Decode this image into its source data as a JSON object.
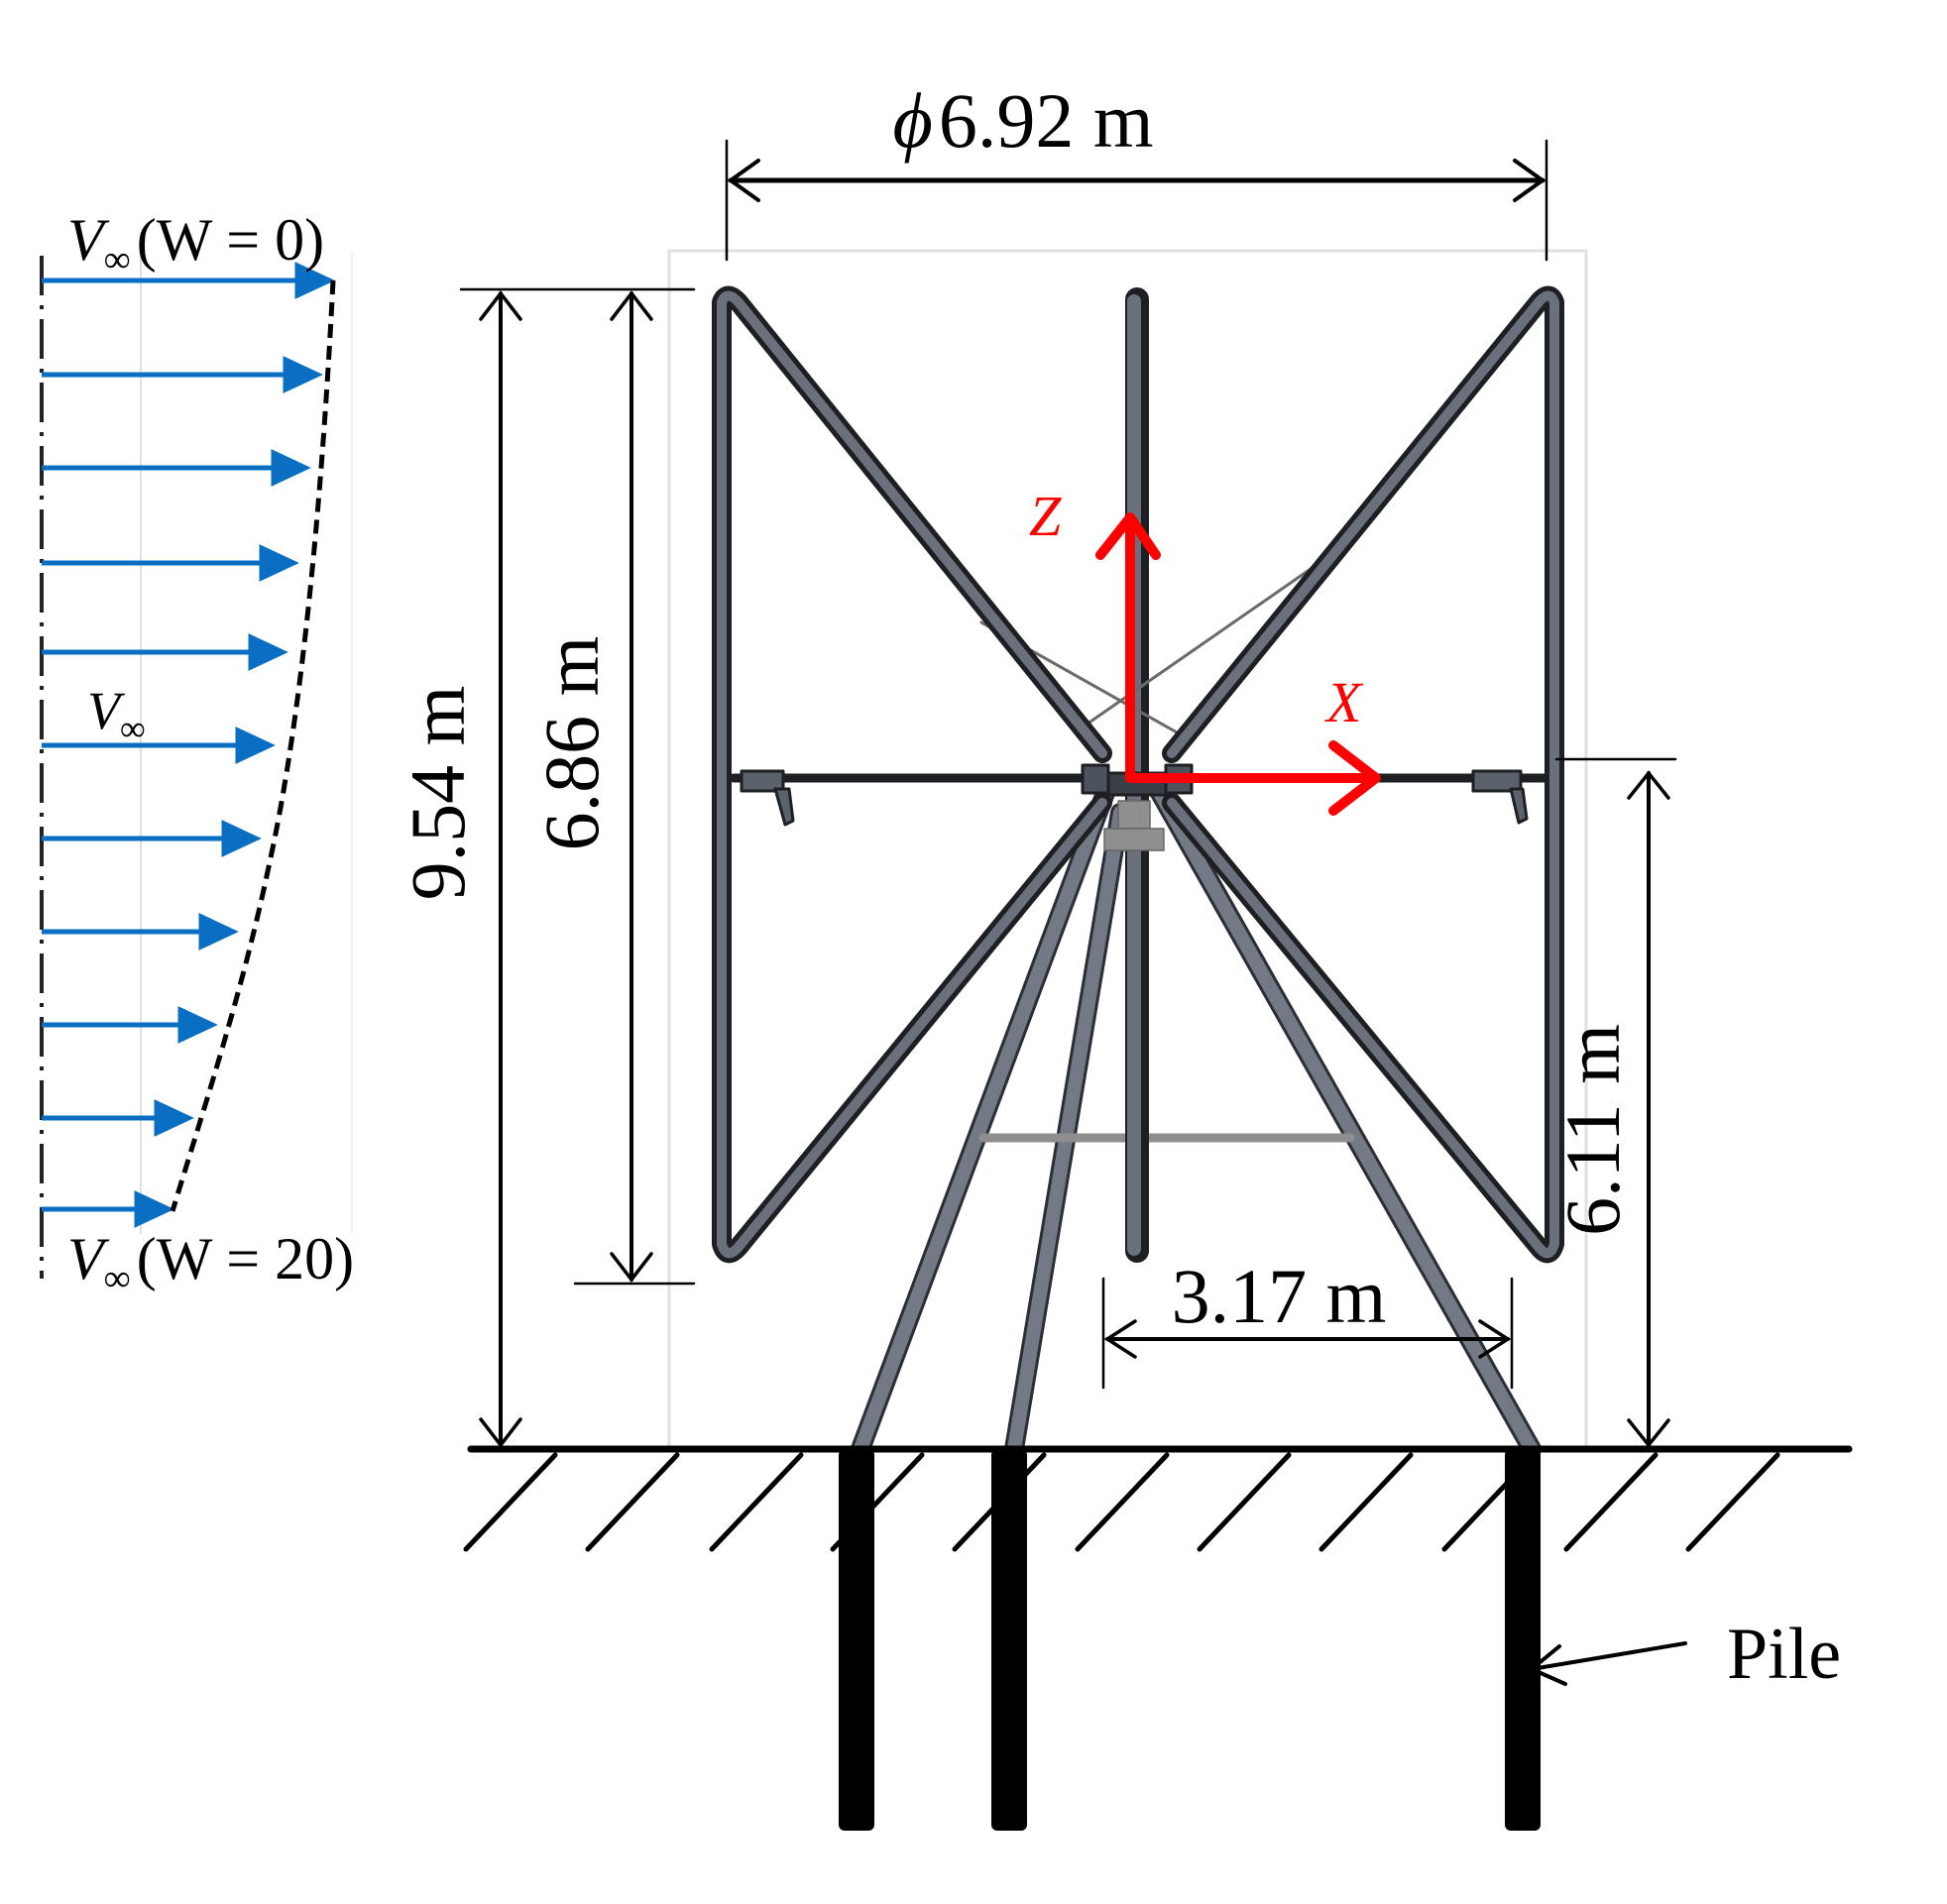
{
  "colors": {
    "wind_arrow": "#0a6fc2",
    "axis_red": "#ff0000",
    "structure_gray": "#6b717c",
    "structure_dark": "#2b2e33",
    "crossbar_gray": "#8e8e8e",
    "hub_block_gray": "#8f8f8f",
    "frame_light": "#e0e0e0",
    "ink": "#000000"
  },
  "wind_profile": {
    "top_label": {
      "symbol": "V",
      "subscript": "∞",
      "condition": "(W = 0)"
    },
    "mid_label": {
      "symbol": "V",
      "subscript": "∞"
    },
    "bottom_label": {
      "symbol": "V",
      "subscript": "∞",
      "condition": "(W = 20)"
    },
    "arrow_count": 11,
    "arrow_tip_x": [
      332,
      320,
      308,
      296,
      285,
      272,
      258,
      235,
      214,
      190,
      170
    ]
  },
  "dimensions": {
    "rotor_diameter": {
      "prefix": "ϕ",
      "value": "6.92 m"
    },
    "total_height": {
      "value": "9.54 m"
    },
    "blade_height": {
      "value": "6.86 m"
    },
    "hub_height": {
      "value": "6.11 m"
    },
    "leg_spread": {
      "value": "3.17 m"
    }
  },
  "axes": {
    "z_label": "Z",
    "x_label": "X"
  },
  "callouts": {
    "pile_label": "Pile"
  }
}
